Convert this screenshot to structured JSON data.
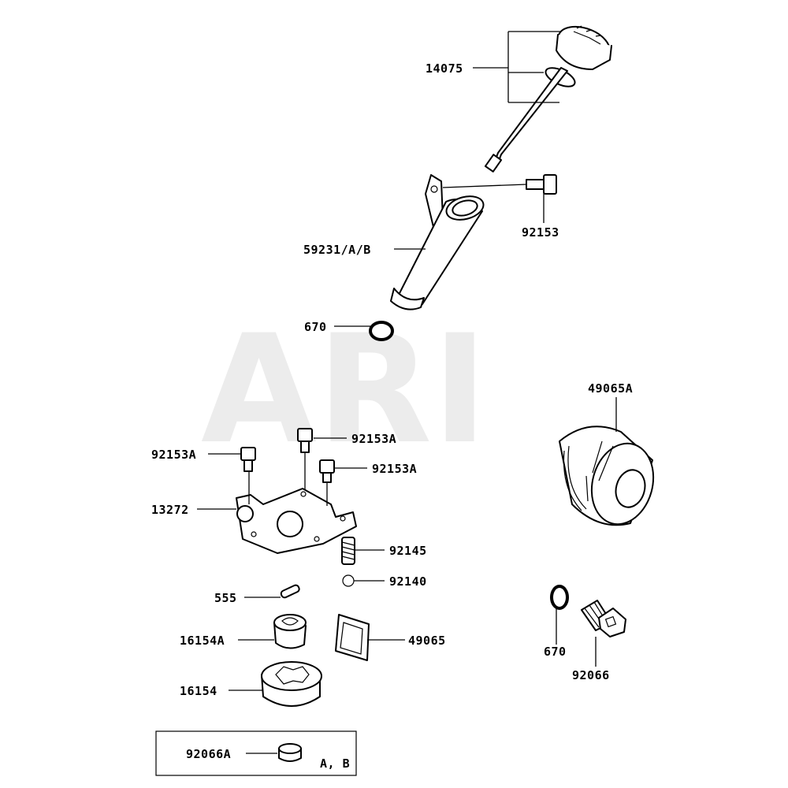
{
  "watermark": "ARI",
  "labels": {
    "dipstick": "14075",
    "bolt_top": "92153",
    "filler_tube": "59231/A/B",
    "oring_tube": "670",
    "bolt_a1": "92153A",
    "bolt_a2": "92153A",
    "bolt_a3": "92153A",
    "plate": "13272",
    "spring": "92145",
    "ball": "92140",
    "pin": "555",
    "inner_rotor": "16154A",
    "screen": "49065",
    "outer_rotor": "16154",
    "filter": "49065A",
    "oring_plug": "670",
    "drain_plug": "92066",
    "box_part": "92066A",
    "box_variant": "A, B"
  }
}
